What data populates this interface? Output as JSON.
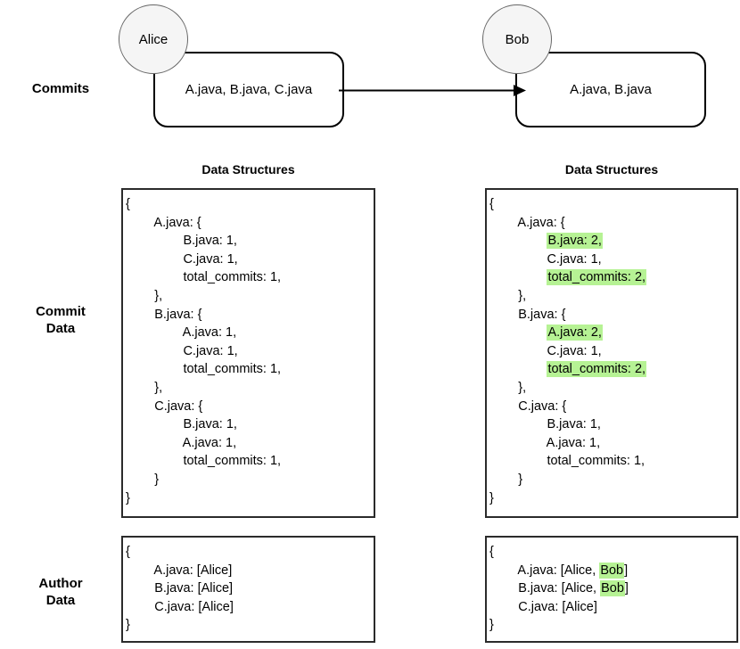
{
  "diagram": {
    "title": "Commit and author data structures after Alice and Bob commits",
    "highlight_color": "#b6f294",
    "circle_fill": "#f5f5f5",
    "circle_stroke": "#666666",
    "box_stroke": "#2b2b2b"
  },
  "row_labels": {
    "commits": "Commits",
    "commit_data": "Commit\nData",
    "author_data": "Author\nData"
  },
  "commits_row": {
    "alice": {
      "author": "Alice",
      "files": "A.java, B.java, C.java"
    },
    "bob": {
      "author": "Bob",
      "files": "A.java, B.java"
    },
    "arrow": "alice-to-bob-arrow"
  },
  "column_headers": {
    "left": "Data Structures",
    "right": "Data Structures"
  },
  "commit_data_left": {
    "lines": [
      [
        {
          "t": "{",
          "hl": false
        }
      ],
      [
        {
          "t": "        A.java: {",
          "hl": false
        }
      ],
      [
        {
          "t": "                B.java: 1,",
          "hl": false
        }
      ],
      [
        {
          "t": "                C.java: 1,",
          "hl": false
        }
      ],
      [
        {
          "t": "                total_commits: 1,",
          "hl": false
        }
      ],
      [
        {
          "t": "        },",
          "hl": false
        }
      ],
      [
        {
          "t": "        B.java: {",
          "hl": false
        }
      ],
      [
        {
          "t": "                A.java: 1,",
          "hl": false
        }
      ],
      [
        {
          "t": "                C.java: 1,",
          "hl": false
        }
      ],
      [
        {
          "t": "                total_commits: 1,",
          "hl": false
        }
      ],
      [
        {
          "t": "        },",
          "hl": false
        }
      ],
      [
        {
          "t": "        C.java: {",
          "hl": false
        }
      ],
      [
        {
          "t": "                B.java: 1,",
          "hl": false
        }
      ],
      [
        {
          "t": "                A.java: 1,",
          "hl": false
        }
      ],
      [
        {
          "t": "                total_commits: 1,",
          "hl": false
        }
      ],
      [
        {
          "t": "        }",
          "hl": false
        }
      ],
      [
        {
          "t": "}",
          "hl": false
        }
      ]
    ]
  },
  "commit_data_right": {
    "lines": [
      [
        {
          "t": "{",
          "hl": false
        }
      ],
      [
        {
          "t": "        A.java: {",
          "hl": false
        }
      ],
      [
        {
          "t": "                ",
          "hl": false
        },
        {
          "t": "B.java: 2,",
          "hl": true
        }
      ],
      [
        {
          "t": "                C.java: 1,",
          "hl": false
        }
      ],
      [
        {
          "t": "                ",
          "hl": false
        },
        {
          "t": "total_commits: 2,",
          "hl": true
        }
      ],
      [
        {
          "t": "        },",
          "hl": false
        }
      ],
      [
        {
          "t": "        B.java: {",
          "hl": false
        }
      ],
      [
        {
          "t": "                ",
          "hl": false
        },
        {
          "t": "A.java: 2,",
          "hl": true
        }
      ],
      [
        {
          "t": "                C.java: 1,",
          "hl": false
        }
      ],
      [
        {
          "t": "                ",
          "hl": false
        },
        {
          "t": "total_commits: 2,",
          "hl": true
        }
      ],
      [
        {
          "t": "        },",
          "hl": false
        }
      ],
      [
        {
          "t": "        C.java: {",
          "hl": false
        }
      ],
      [
        {
          "t": "                B.java: 1,",
          "hl": false
        }
      ],
      [
        {
          "t": "                A.java: 1,",
          "hl": false
        }
      ],
      [
        {
          "t": "                total_commits: 1,",
          "hl": false
        }
      ],
      [
        {
          "t": "        }",
          "hl": false
        }
      ],
      [
        {
          "t": "}",
          "hl": false
        }
      ]
    ]
  },
  "author_data_left": {
    "lines": [
      [
        {
          "t": "{",
          "hl": false
        }
      ],
      [
        {
          "t": "        A.java: [Alice]",
          "hl": false
        }
      ],
      [
        {
          "t": "        B.java: [Alice]",
          "hl": false
        }
      ],
      [
        {
          "t": "        C.java: [Alice]",
          "hl": false
        }
      ],
      [
        {
          "t": "}",
          "hl": false
        }
      ]
    ]
  },
  "author_data_right": {
    "lines": [
      [
        {
          "t": "{",
          "hl": false
        }
      ],
      [
        {
          "t": "        A.java: [Alice, ",
          "hl": false
        },
        {
          "t": "Bob",
          "hl": true
        },
        {
          "t": "]",
          "hl": false
        }
      ],
      [
        {
          "t": "        B.java: [Alice, ",
          "hl": false
        },
        {
          "t": "Bob",
          "hl": true
        },
        {
          "t": "]",
          "hl": false
        }
      ],
      [
        {
          "t": "        C.java: [Alice]",
          "hl": false
        }
      ],
      [
        {
          "t": "}",
          "hl": false
        }
      ]
    ]
  }
}
